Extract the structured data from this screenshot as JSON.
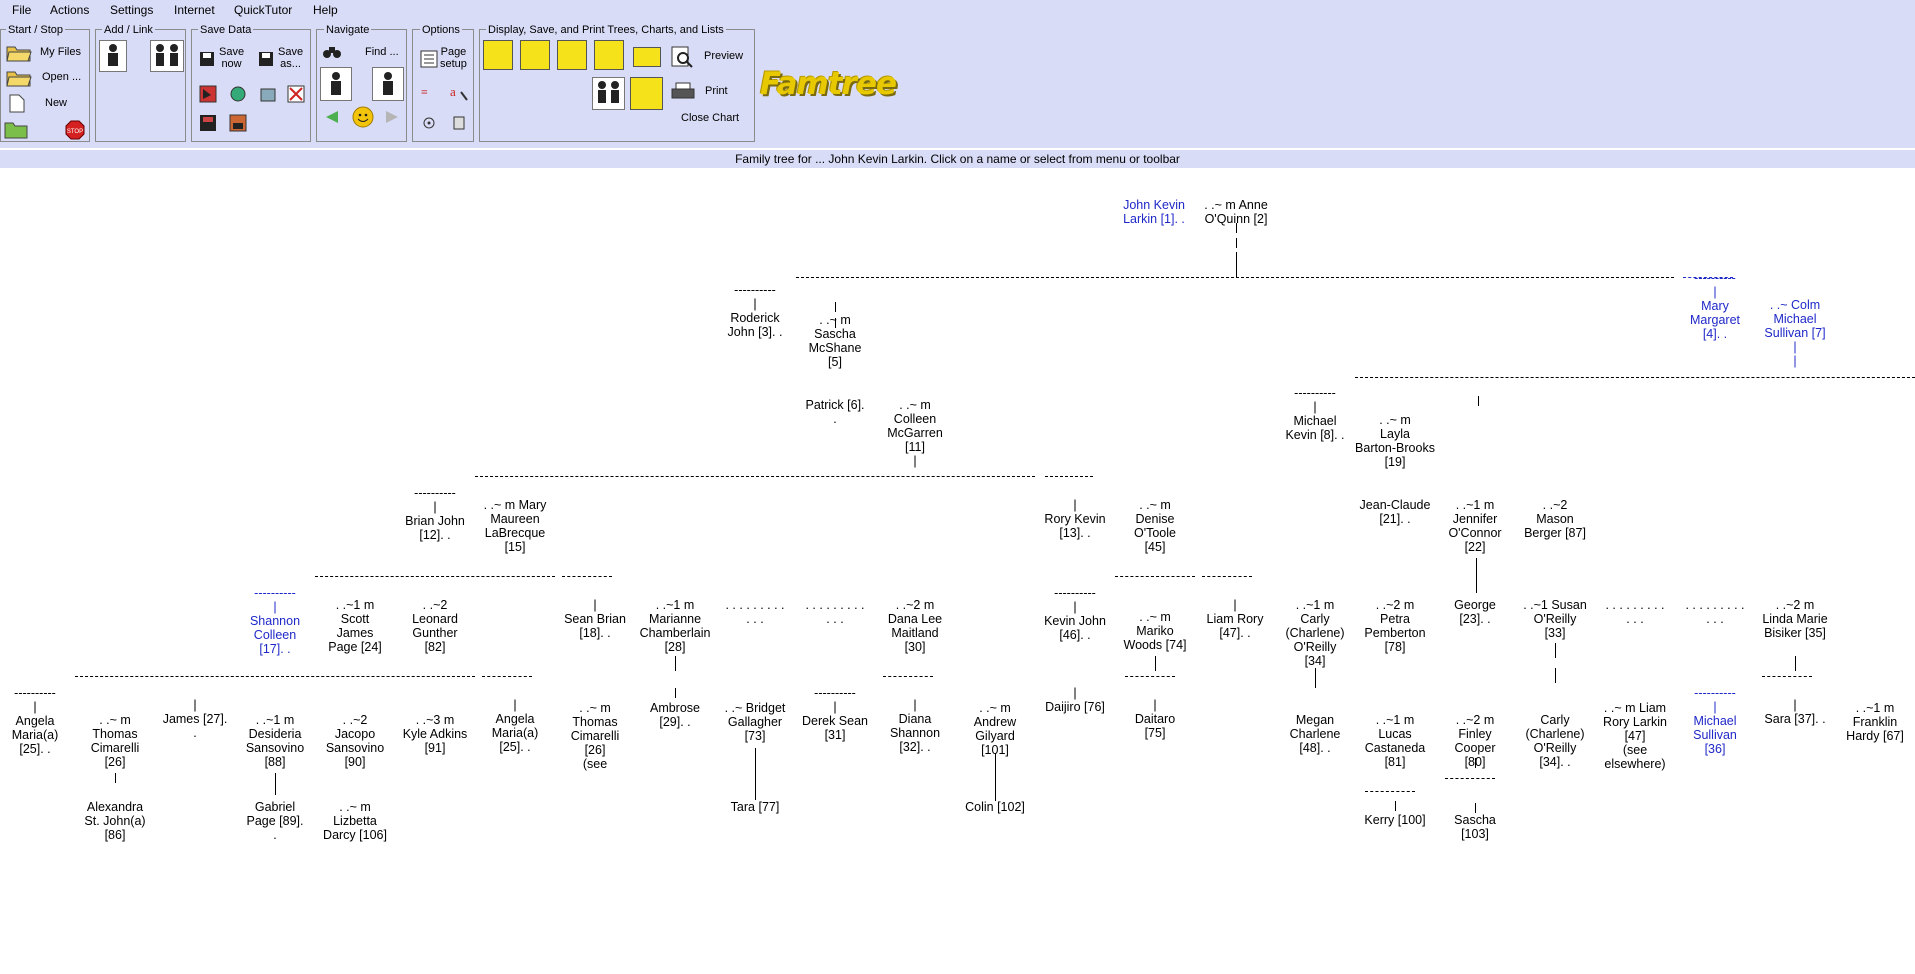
{
  "menu": [
    "File",
    "Actions",
    "Settings",
    "Internet",
    "QuickTutor",
    "Help"
  ],
  "groups": {
    "start_stop": "Start / Stop",
    "add_link": "Add / Link",
    "save_data": "Save Data",
    "navigate": "Navigate",
    "options": "Options",
    "display": "Display, Save, and Print Trees, Charts, and Lists"
  },
  "toolbar": {
    "my_files": "My Files",
    "open": "Open ...",
    "new": "New",
    "stop": "STOP",
    "save_now": [
      "Save",
      "now"
    ],
    "save_as": [
      "Save",
      "as..."
    ],
    "find": "Find ...",
    "page_setup": [
      "Page",
      "setup"
    ],
    "preview": "Preview",
    "print": "Print",
    "close_chart": "Close Chart",
    "logo": "Famtree"
  },
  "status": "Family tree for ... John Kevin Larkin.  Click on a name or select from menu or toolbar",
  "nodes": [
    {
      "id": "n1",
      "text": "John Kevin\nLarkin [1]. .",
      "blue": true
    },
    {
      "id": "n2",
      "text": ". .~ m Anne\nO'Quinn [2]"
    },
    {
      "id": "n3",
      "text": "----------\n|\nRoderick\nJohn [3]. ."
    },
    {
      "id": "n5",
      "text": ". .~ m\nSascha\nMcShane\n[5]"
    },
    {
      "id": "n4",
      "text": "----------\n|\nMary\nMargaret\n[4]. .",
      "blue": true
    },
    {
      "id": "n7",
      "text": ". .~ Colm\nMichael\nSullivan [7]\n|\n|",
      "blue": true
    },
    {
      "id": "n6",
      "text": "Patrick [6].\n."
    },
    {
      "id": "n11",
      "text": ". .~ m\nColleen\nMcGarren\n[11]\n|"
    },
    {
      "id": "n8",
      "text": "----------\n|\nMichael\nKevin [8]. ."
    },
    {
      "id": "n19",
      "text": ". .~ m\nLayla\nBarton-Brooks\n[19]"
    },
    {
      "id": "n12",
      "text": "----------\n|\nBrian John\n[12]. ."
    },
    {
      "id": "n15",
      "text": ". .~ m Mary\nMaureen\nLaBrecque\n[15]"
    },
    {
      "id": "n13",
      "text": "|\nRory Kevin\n[13]. ."
    },
    {
      "id": "n45",
      "text": ". .~ m\nDenise\nO'Toole\n[45]"
    },
    {
      "id": "n21",
      "text": "Jean-Claude\n[21]. ."
    },
    {
      "id": "n22",
      "text": ". .~1 m\nJennifer\nO'Connor\n[22]"
    },
    {
      "id": "n87",
      "text": ". .~2\nMason\nBerger [87]"
    },
    {
      "id": "n17",
      "text": "----------\n|\nShannon\nColleen\n[17]. .",
      "blue": true
    },
    {
      "id": "n24",
      "text": ". .~1 m\nScott\nJames\nPage [24]"
    },
    {
      "id": "n82",
      "text": ". .~2\nLeonard\nGunther\n[82]"
    },
    {
      "id": "n18",
      "text": "|\nSean Brian\n[18]. ."
    },
    {
      "id": "n28",
      "text": ". .~1 m\nMarianne\nChamberlain\n[28]"
    },
    {
      "id": "d1",
      "text": ". . . . . . . . .\n. . ."
    },
    {
      "id": "d2",
      "text": ". . . . . . . . .\n. . ."
    },
    {
      "id": "n30",
      "text": ". .~2 m\nDana Lee\nMaitland\n[30]"
    },
    {
      "id": "n46",
      "text": "----------\n|\nKevin John\n[46]. ."
    },
    {
      "id": "n74",
      "text": ". .~ m\nMariko\nWoods [74]"
    },
    {
      "id": "n47",
      "text": "|\nLiam Rory\n[47]. ."
    },
    {
      "id": "n34",
      "text": ". .~1 m\nCarly\n(Charlene)\nO'Reilly\n[34]"
    },
    {
      "id": "n78",
      "text": ". .~2 m\nPetra\nPemberton\n[78]"
    },
    {
      "id": "n23",
      "text": "George\n[23]. ."
    },
    {
      "id": "n33",
      "text": ". .~1 Susan\nO'Reilly\n[33]"
    },
    {
      "id": "d3",
      "text": ". . . . . . . . .\n. . ."
    },
    {
      "id": "d4",
      "text": ". . . . . . . . .\n. . ."
    },
    {
      "id": "n35",
      "text": ". .~2 m\nLinda Marie\nBisiker [35]"
    },
    {
      "id": "n25a",
      "text": "----------\n|\nAngela\nMaria(a)\n[25]. ."
    },
    {
      "id": "n26",
      "text": ". .~ m\nThomas\nCimarelli\n[26]"
    },
    {
      "id": "n27",
      "text": "|\nJames [27].\n."
    },
    {
      "id": "n88",
      "text": ". .~1 m\nDesideria\nSansovino\n[88]"
    },
    {
      "id": "n90",
      "text": ". .~2\nJacopo\nSansovino\n[90]"
    },
    {
      "id": "n91",
      "text": ". .~3 m\nKyle Adkins\n[91]"
    },
    {
      "id": "n25b",
      "text": "|\nAngela\nMaria(a)\n[25]. ."
    },
    {
      "id": "n26b",
      "text": ". .~ m\nThomas\nCimarelli\n[26]\n(see"
    },
    {
      "id": "n29",
      "text": "Ambrose\n[29]. ."
    },
    {
      "id": "n73",
      "text": ". .~ Bridget\nGallagher\n[73]"
    },
    {
      "id": "n31",
      "text": "----------\n|\nDerek Sean\n[31]"
    },
    {
      "id": "n32",
      "text": "|\nDiana\nShannon\n[32]. ."
    },
    {
      "id": "n101",
      "text": ". .~ m\nAndrew\nGilyard\n[101]"
    },
    {
      "id": "n76",
      "text": "|\nDaijiro [76]"
    },
    {
      "id": "n75",
      "text": "|\nDaitaro\n[75]"
    },
    {
      "id": "n48",
      "text": "Megan\nCharlene\n[48]. ."
    },
    {
      "id": "n81",
      "text": ". .~1 m\nLucas\nCastaneda\n[81]"
    },
    {
      "id": "n80",
      "text": ". .~2 m\nFinley\nCooper\n[80]"
    },
    {
      "id": "n34b",
      "text": "Carly\n(Charlene)\nO'Reilly\n[34]. ."
    },
    {
      "id": "n47b",
      "text": ". .~ m Liam\nRory Larkin\n[47]\n(see\nelsewhere)"
    },
    {
      "id": "n36",
      "text": "----------\n|\nMichael\nSullivan\n[36]",
      "blue": true
    },
    {
      "id": "n37",
      "text": "|\nSara [37]. ."
    },
    {
      "id": "n67",
      "text": ". .~1 m\nFranklin\nHardy [67]"
    },
    {
      "id": "n86",
      "text": "Alexandra\nSt. John(a)\n[86]"
    },
    {
      "id": "n89",
      "text": "Gabriel\nPage [89].\n."
    },
    {
      "id": "n106",
      "text": ". .~ m\nLizbetta\nDarcy [106]"
    },
    {
      "id": "n77",
      "text": "Tara [77]"
    },
    {
      "id": "n102",
      "text": "Colin [102]"
    },
    {
      "id": "n100",
      "text": "Kerry [100]"
    },
    {
      "id": "n103",
      "text": "Sascha\n[103]"
    }
  ]
}
